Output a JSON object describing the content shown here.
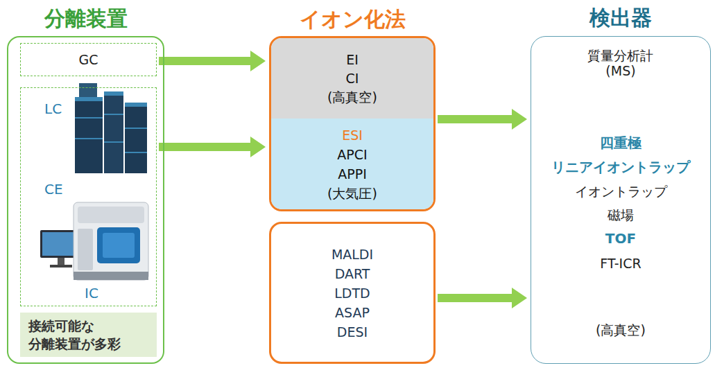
{
  "diagram": {
    "nodes": [
      {
        "text": [
          "分離装置"
        ]
      },
      {
        "text": [
          "GC"
        ],
        "in": 0
      },
      {
        "text": [
          "LC",
          "CE",
          "IC"
        ],
        "in": 0
      },
      {
        "text": [
          "接続可能な 分離装置が多彩"
        ],
        "in": 0
      },
      {
        "text": [
          "イオン化法"
        ]
      },
      {
        "text": [
          "EI",
          "CI",
          "(高真空)"
        ],
        "in": 4
      },
      {
        "text": [
          "ESI",
          "APCI",
          "APPI",
          "(大気圧)"
        ],
        "in": 4
      },
      {
        "text": [
          "MALDI",
          "DART",
          "LDTD",
          "ASAP",
          "DESI"
        ]
      },
      {
        "text": [
          "検出器",
          "質量分析計 (MS)",
          "四重極",
          "リニアイオントラップ",
          "イオントラップ",
          "磁場",
          "TOF",
          "FT-ICR",
          "(高真空)"
        ]
      }
    ],
    "edges": [
      {
        "from": 1,
        "to": 4,
        "arrow": "to"
      },
      {
        "from": 2,
        "to": 4,
        "arrow": "to"
      },
      {
        "from": 4,
        "to": 8,
        "arrow": "to"
      },
      {
        "from": 7,
        "to": 8,
        "arrow": "to"
      }
    ]
  }
}
